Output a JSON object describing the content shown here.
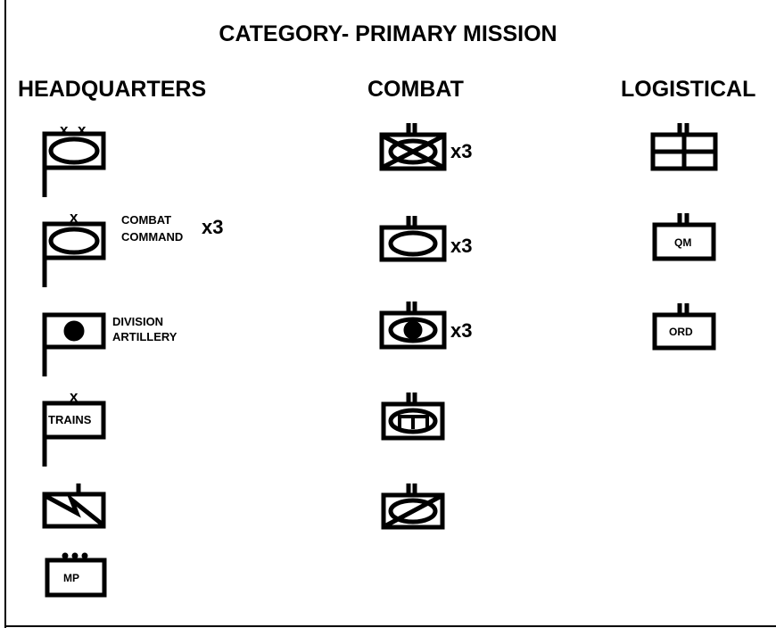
{
  "title": "CATEGORY- PRIMARY MISSION",
  "columns": {
    "headquarters": "HEADQUARTERS",
    "combat": "COMBAT",
    "logistical": "LOGISTICAL"
  },
  "headquarters": {
    "combat_command_label_1": "COMBAT",
    "combat_command_label_2": "COMMAND",
    "combat_command_multiplier": "x3",
    "division_artillery_label_1": "DIVISION",
    "division_artillery_label_2": "ARTILLERY",
    "trains_label": "TRAINS",
    "mp_label": "MP"
  },
  "combat": {
    "armored_infantry_multiplier": "x3",
    "tank_multiplier": "x3",
    "armored_artillery_multiplier": "x3"
  },
  "logistical": {
    "qm_label": "QM",
    "ord_label": "ORD"
  }
}
